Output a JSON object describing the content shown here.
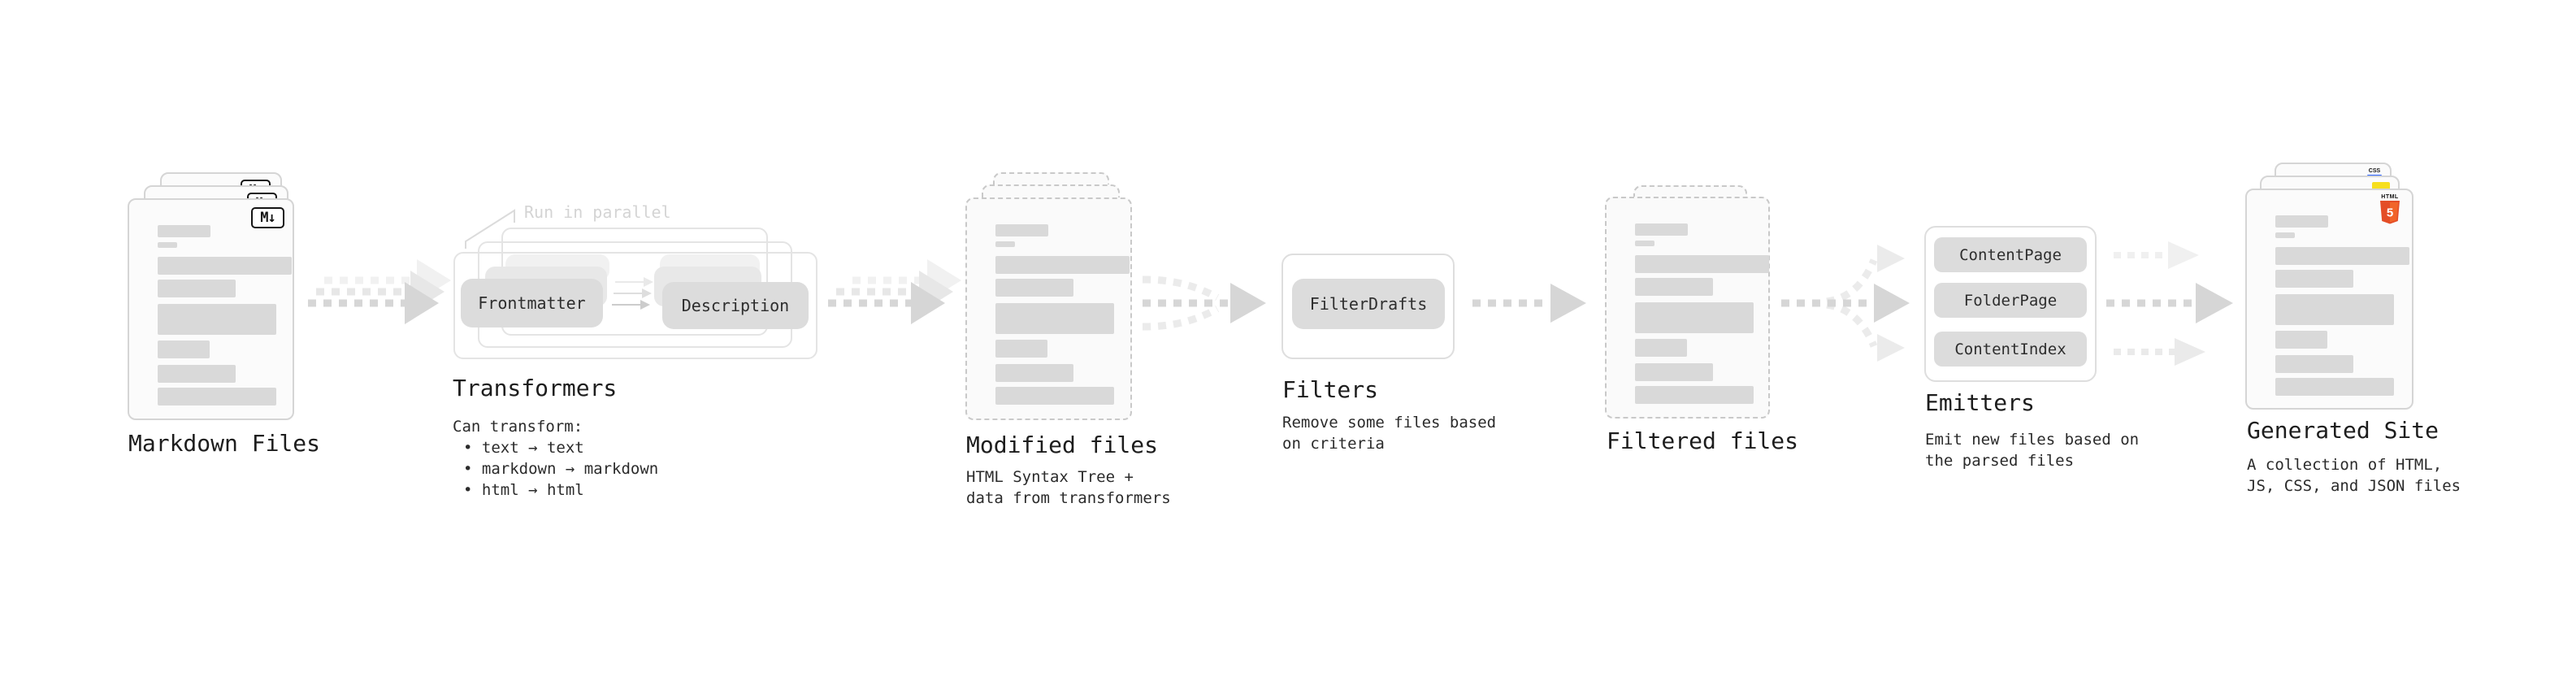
{
  "stages": {
    "markdown_files": {
      "label": "Markdown Files",
      "badge": "M↓"
    },
    "transformers": {
      "label": "Transformers",
      "note": "Run in parallel",
      "input_pill": "Frontmatter",
      "output_pill": "Description",
      "body_title": "Can transform:",
      "bullets": [
        "• text → text",
        "• markdown → markdown",
        "• html → html"
      ]
    },
    "modified_files": {
      "label": "Modified files",
      "subtitle_lines": [
        "HTML Syntax Tree +",
        "data from transformers"
      ]
    },
    "filters": {
      "label": "Filters",
      "pill": "FilterDrafts",
      "subtitle_lines": [
        "Remove some files based",
        "on criteria"
      ]
    },
    "filtered_files": {
      "label": "Filtered files"
    },
    "emitters": {
      "label": "Emitters",
      "pills": [
        "ContentPage",
        "FolderPage",
        "ContentIndex"
      ],
      "subtitle_lines": [
        "Emit new files based on",
        "the parsed files"
      ]
    },
    "generated_site": {
      "label": "Generated Site",
      "subtitle_lines": [
        "A collection of HTML,",
        "JS, CSS, and JSON files"
      ],
      "badges": {
        "html_word": "HTML",
        "html_five": "5",
        "css_word": "CSS"
      }
    }
  },
  "colors": {
    "html5_orange": "#e44d26",
    "html5_orange_light": "#f16529",
    "js_yellow": "#f7df1e",
    "css_blue": "#2962ff",
    "pill_gray": "#dcdcdc",
    "line_gray": "#d9d9d9",
    "arrow_gray": "#d6d6d6",
    "note_gray": "#d4d4d4"
  }
}
